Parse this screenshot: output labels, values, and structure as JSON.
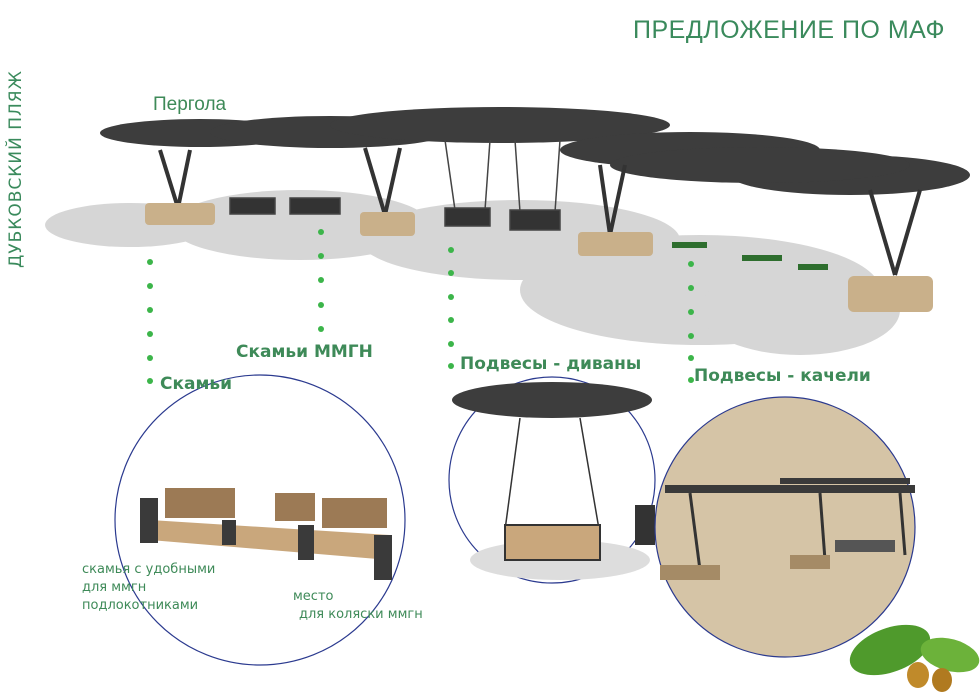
{
  "header": {
    "title": "ПРЕДЛОЖЕНИЕ ПО МАФ",
    "side_title": "ДУБКОВСКИЙ ПЛЯЖ"
  },
  "labels": {
    "pergola": "Пергола",
    "benches": "Скамьи",
    "benches_mmgn": "Скамьи ММГН",
    "hanging_sofas": "Подвесы - диваны",
    "hanging_swings": "Подвесы - качели"
  },
  "notes": {
    "bench_armrests": [
      "скамья с удобными",
      "для ммгн",
      "подлокотниками"
    ],
    "wheelchair_place": [
      "место",
      "для коляски ммгн"
    ]
  },
  "colors": {
    "accent": "#3a8a5c",
    "dots": "#3cb54a",
    "circle": "#2b3a8f"
  }
}
